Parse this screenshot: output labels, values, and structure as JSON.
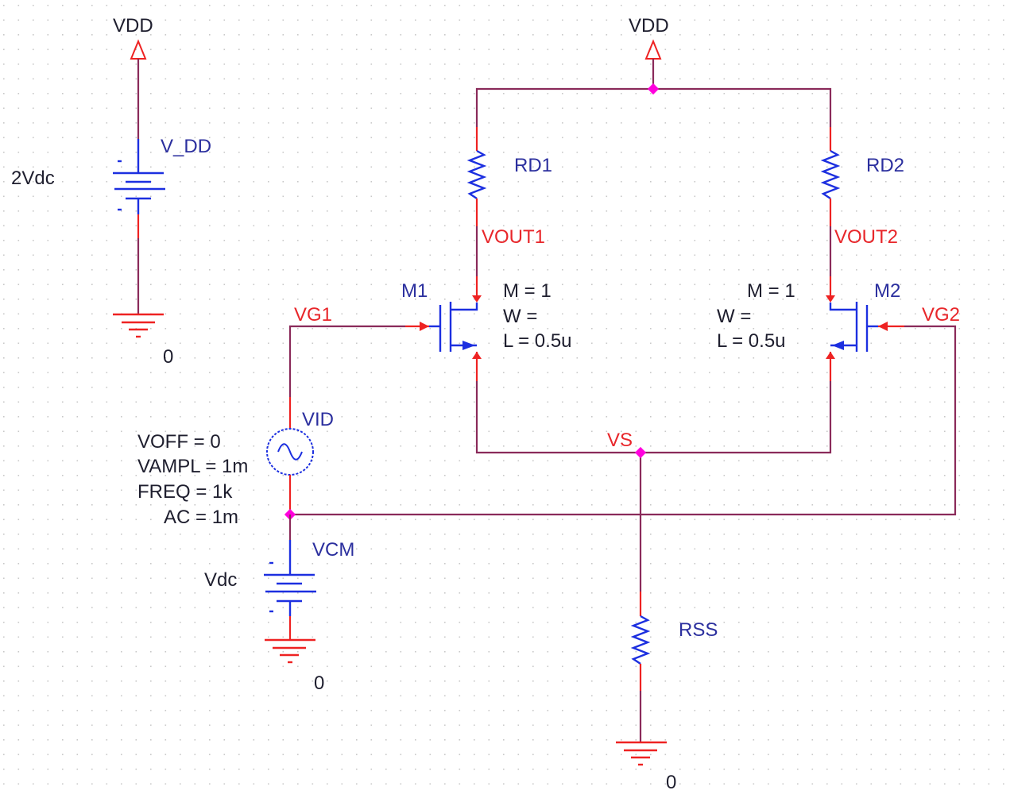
{
  "diagram": {
    "title": "Differential pair schematic",
    "colors": {
      "wire": "#8a2a5a",
      "pin": "#ee2222",
      "component": "#1c2fe0",
      "net_label": "#e8262a",
      "ref_label": "#2b2f9e",
      "value_text": "#1e1e2e",
      "junction": "#ff00dd",
      "grid_dot": "#c8c8c8"
    },
    "power": {
      "vdd_left": "VDD",
      "vdd_right": "VDD"
    },
    "sources": {
      "v_dd": {
        "ref": "V_DD",
        "value": "2Vdc",
        "ground": "0"
      },
      "vid": {
        "ref": "VID",
        "params": [
          "VOFF = 0",
          "VAMPL = 1m",
          "FREQ = 1k",
          "AC = 1m"
        ]
      },
      "vcm": {
        "ref": "VCM",
        "value": "Vdc",
        "ground": "0"
      }
    },
    "resistors": {
      "rd1": "RD1",
      "rd2": "RD2",
      "rss": {
        "ref": "RSS",
        "ground": "0"
      }
    },
    "transistors": {
      "m1": {
        "ref": "M1",
        "params": [
          "M = 1",
          "W =",
          "L = 0.5u"
        ]
      },
      "m2": {
        "ref": "M2",
        "params": [
          "M = 1",
          "W =",
          "L = 0.5u"
        ]
      }
    },
    "nets": {
      "vout1": "VOUT1",
      "vout2": "VOUT2",
      "vg1": "VG1",
      "vg2": "VG2",
      "vs": "VS"
    }
  }
}
